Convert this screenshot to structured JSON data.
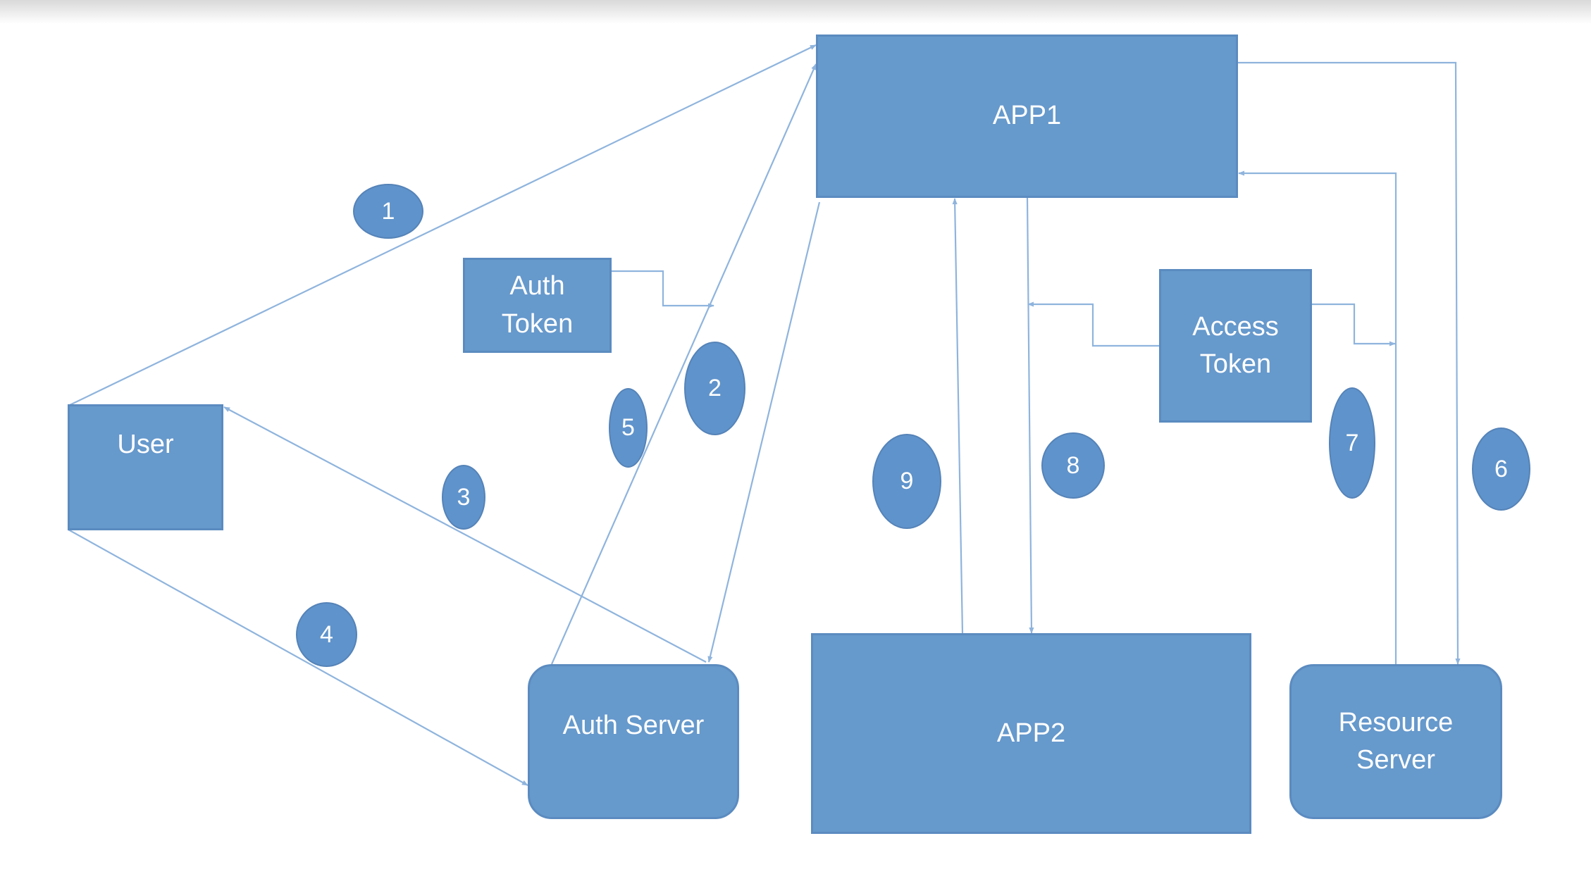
{
  "nodes": {
    "app1": "APP1",
    "app2": "APP2",
    "user": "User",
    "auth_token": "Auth\nToken",
    "access_token": "Access\nToken",
    "auth_server": "Auth Server",
    "resource_server": "Resource\nServer"
  },
  "steps": {
    "s1": "1",
    "s2": "2",
    "s3": "3",
    "s4": "4",
    "s5": "5",
    "s6": "6",
    "s7": "7",
    "s8": "8",
    "s9": "9"
  },
  "colors": {
    "box_fill": "#6699cc",
    "box_border": "#5b8bc0",
    "connector": "#8fb4dd",
    "text": "#ffffff"
  }
}
